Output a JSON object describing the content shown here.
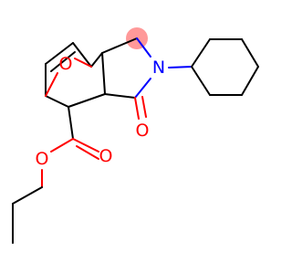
{
  "atoms": {
    "bridge_oxygen": {
      "label": "O",
      "color": "#ff0000"
    },
    "ring_nitrogen": {
      "label": "N",
      "color": "#0000ff"
    },
    "carbonyl_oxygen_lactam": {
      "label": "O",
      "color": "#ff0000"
    },
    "ester_ether_oxygen": {
      "label": "O",
      "color": "#ff0000"
    },
    "ester_carbonyl_oxygen": {
      "label": "O",
      "color": "#ff0000"
    }
  },
  "colors": {
    "bond": "#000000",
    "oxygen": "#ff0000",
    "nitrogen": "#0000ff",
    "highlight": "#ff9999"
  }
}
